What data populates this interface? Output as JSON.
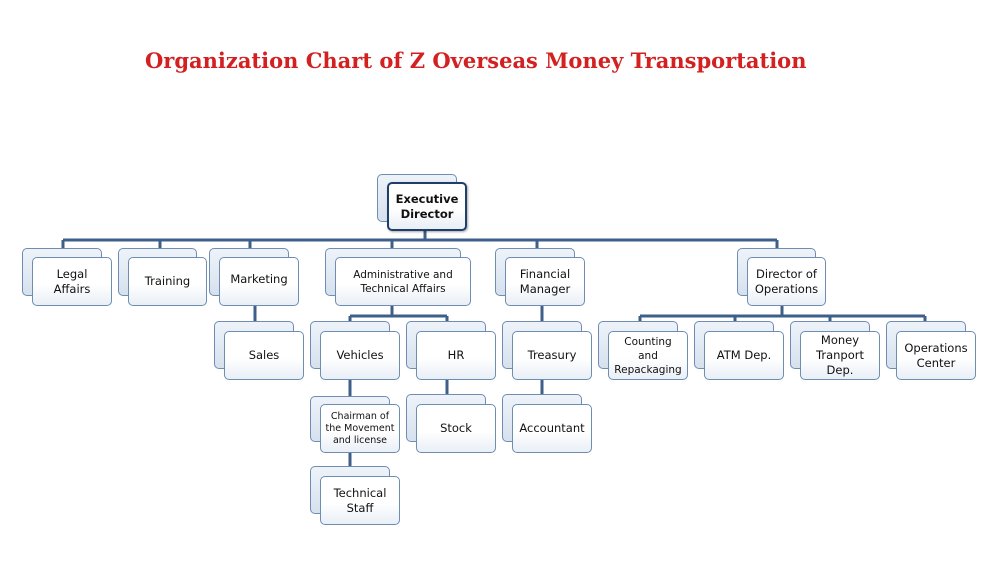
{
  "title": "Organization Chart of Z Overseas Money Transportation",
  "colors": {
    "title": "#d32020",
    "connector": "#3d5f8a",
    "border": "#6f8db3"
  },
  "nodes": {
    "executive_director": "Executive Director",
    "legal_affairs": "Legal Affairs",
    "training": "Training",
    "marketing": "Marketing",
    "sales": "Sales",
    "administrative_technical": "Administrative and Technical Affairs",
    "vehicles": "Vehicles",
    "chairman_movement": "Chairman of the Movement and license",
    "technical_staff": "Technical Staff",
    "hr": "HR",
    "stock": "Stock",
    "financial_manager": "Financial Manager",
    "treasury": "Treasury",
    "accountant": "Accountant",
    "director_operations": "Director of Operations",
    "counting_repackaging": "Counting and Repackaging",
    "atm_dep": "ATM Dep.",
    "money_transport_dep": "Money Tranport Dep.",
    "operations_center": "Operations Center"
  }
}
